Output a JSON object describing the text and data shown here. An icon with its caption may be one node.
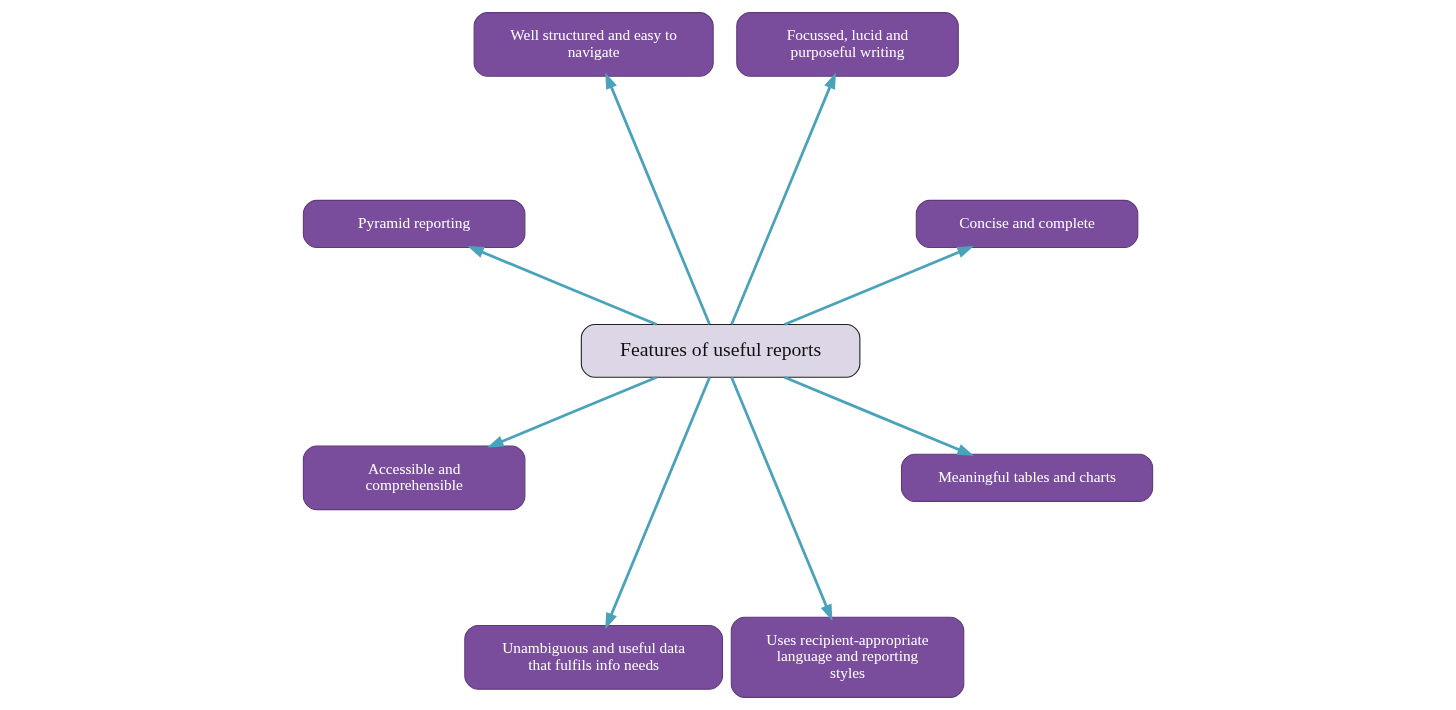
{
  "diagram": {
    "nodes": [
      {
        "text": [
          "Features of useful reports"
        ]
      },
      {
        "text": [
          "Concise and complete"
        ]
      },
      {
        "text": [
          "Focussed, lucid and purposeful writing"
        ]
      },
      {
        "text": [
          "Well structured and easy to navigate"
        ]
      },
      {
        "text": [
          "Pyramid reporting"
        ]
      },
      {
        "text": [
          "Accessible and comprehensible"
        ]
      },
      {
        "text": [
          "Unambiguous and useful data that fulfils info needs"
        ]
      },
      {
        "text": [
          "Uses recipient-appropriate language and reporting styles"
        ]
      },
      {
        "text": [
          "Meaningful tables and charts"
        ]
      }
    ],
    "edges": [
      {
        "from": 0,
        "to": 1,
        "arrow": "to"
      },
      {
        "from": 0,
        "to": 3,
        "arrow": "to"
      },
      {
        "from": 0,
        "to": 5,
        "arrow": "to"
      },
      {
        "from": 0,
        "to": 7,
        "arrow": "to"
      },
      {
        "from": 0,
        "to": 8,
        "arrow": "to"
      },
      {
        "from": 0,
        "to": 6,
        "arrow": "to"
      },
      {
        "from": 0,
        "to": 4,
        "arrow": "to"
      },
      {
        "from": 0,
        "to": 2,
        "arrow": "to"
      }
    ]
  }
}
